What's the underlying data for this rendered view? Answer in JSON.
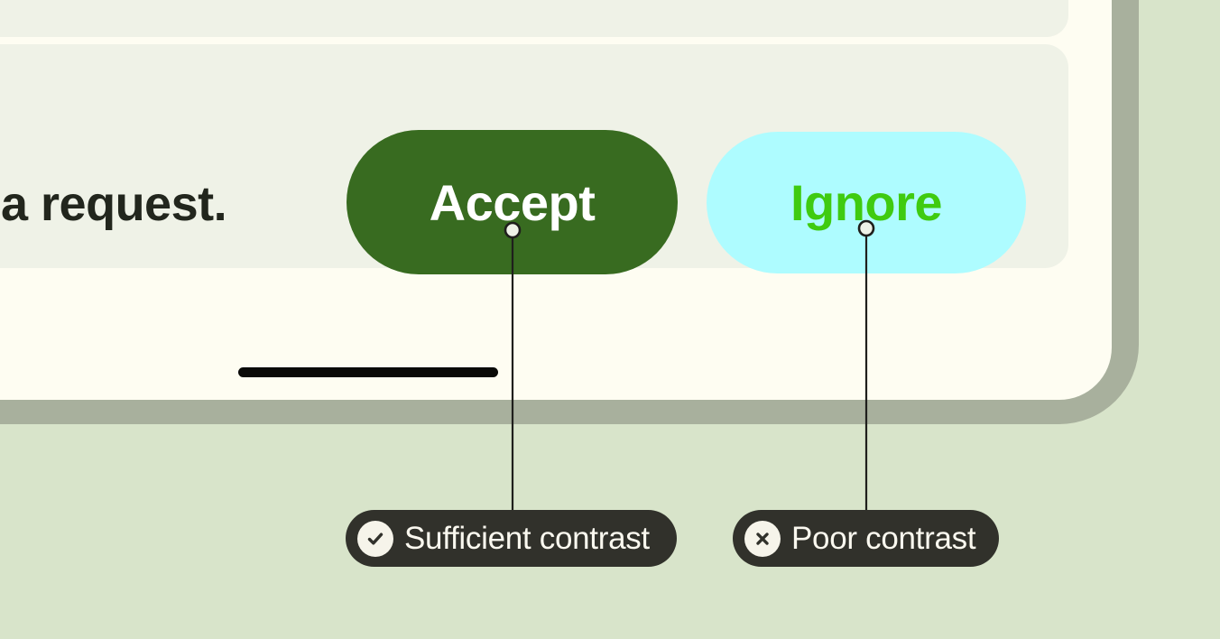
{
  "colors": {
    "background": "#D8E4CA",
    "device_frame": "#A8B09D",
    "screen": "#FEFDF2",
    "card": "#EFF2E7",
    "accept_bg": "#386B20",
    "accept_text": "#FFFFFF",
    "ignore_bg": "#AEFCFF",
    "ignore_text": "#3FCB10",
    "chip_bg": "#31312B",
    "chip_text": "#FAF8EF",
    "icon_circle_bg": "#F6F4EA",
    "icon_glyph": "#31312B",
    "message_text": "#22261D",
    "gesture_bar": "#0A0A08",
    "connector": "#1F1F1C",
    "anchor_fill": "#EFF2E7"
  },
  "message_card": {
    "text": "a request.",
    "buttons": [
      {
        "label": "Accept"
      },
      {
        "label": "Ignore"
      }
    ]
  },
  "annotations": [
    {
      "icon": "check-icon",
      "label": "Sufficient contrast",
      "target": "accept-button",
      "status": "pass"
    },
    {
      "icon": "x-icon",
      "label": "Poor contrast",
      "target": "ignore-button",
      "status": "fail"
    }
  ]
}
